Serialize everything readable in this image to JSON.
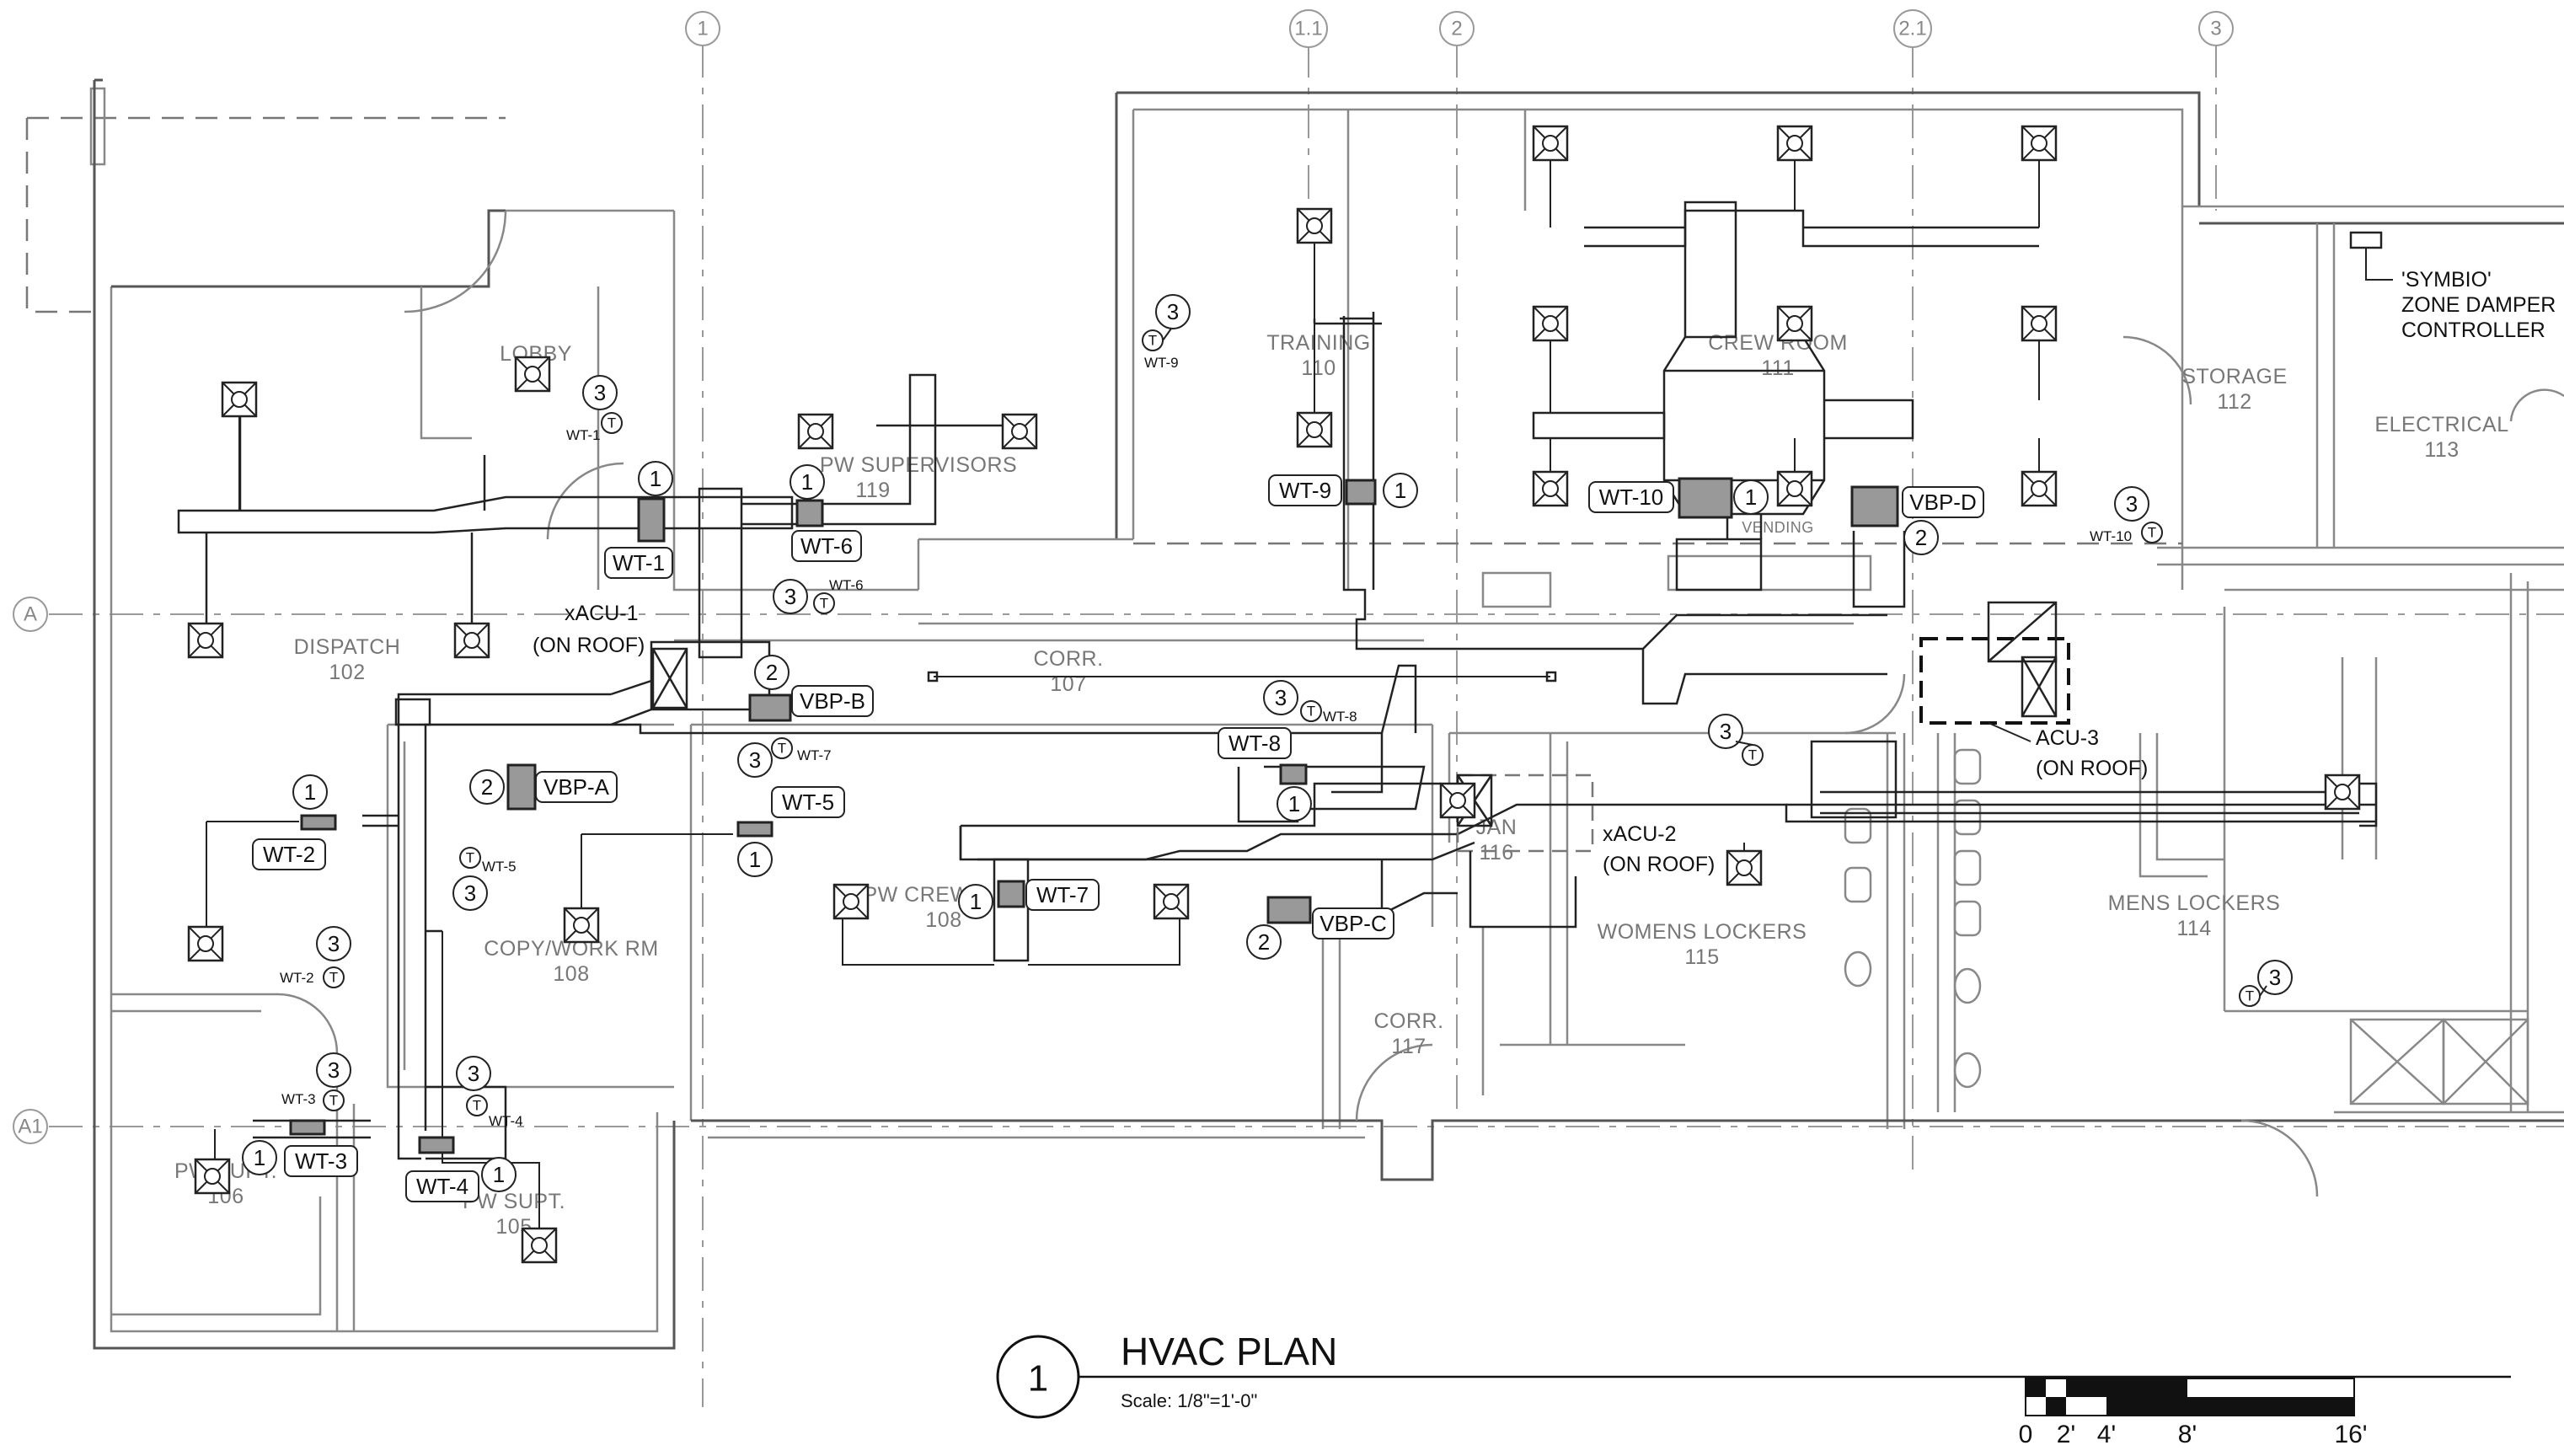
{
  "title": {
    "number": "1",
    "text": "HVAC PLAN",
    "scale": "Scale: 1/8\"=1'-0\""
  },
  "scale_bar": {
    "labels": [
      "0",
      "2'",
      "4'",
      "8'",
      "16'"
    ]
  },
  "grid_lines": {
    "vertical": [
      "1",
      "1.1",
      "2",
      "2.1",
      "3"
    ],
    "horizontal": [
      "A",
      "A1"
    ]
  },
  "rooms": [
    {
      "id": "lobby",
      "name": "LOBBY",
      "number": ""
    },
    {
      "id": "pw-supervisors",
      "name": "PW SUPERVISORS",
      "number": "119"
    },
    {
      "id": "training",
      "name": "TRAINING",
      "number": "110"
    },
    {
      "id": "crew-room",
      "name": "CREW ROOM",
      "number": "111"
    },
    {
      "id": "storage",
      "name": "STORAGE",
      "number": "112"
    },
    {
      "id": "electrical",
      "name": "ELECTRICAL",
      "number": "113"
    },
    {
      "id": "dispatch",
      "name": "DISPATCH",
      "number": "102"
    },
    {
      "id": "corr-107",
      "name": "CORR.",
      "number": "107"
    },
    {
      "id": "pw-crew",
      "name": "PW CREW",
      "number": "108"
    },
    {
      "id": "copy-work",
      "name": "COPY/WORK RM",
      "number": "108"
    },
    {
      "id": "jan",
      "name": "JAN",
      "number": "116"
    },
    {
      "id": "womens-lockers",
      "name": "WOMENS LOCKERS",
      "number": "115"
    },
    {
      "id": "mens-lockers",
      "name": "MENS LOCKERS",
      "number": "114"
    },
    {
      "id": "corr-117",
      "name": "CORR.",
      "number": "117"
    },
    {
      "id": "pw-supt-106",
      "name": "PW SUPT.",
      "number": "106"
    },
    {
      "id": "pw-supt-105",
      "name": "PW SUPT.",
      "number": "105"
    }
  ],
  "vending_label": "VENDING",
  "equipment": [
    {
      "id": "xacu-1",
      "line1": "xACU-1",
      "line2": "(ON ROOF)"
    },
    {
      "id": "xacu-2",
      "line1": "xACU-2",
      "line2": "(ON ROOF)"
    },
    {
      "id": "acu-3",
      "line1": "ACU-3",
      "line2": "(ON ROOF)"
    }
  ],
  "controller": {
    "line1": "'SYMBIO'",
    "line2": "ZONE DAMPER",
    "line3": "CONTROLLER"
  },
  "tags": {
    "wt1": "WT-1",
    "wt2": "WT-2",
    "wt3": "WT-3",
    "wt4": "WT-4",
    "wt5": "WT-5",
    "wt6": "WT-6",
    "wt7": "WT-7",
    "wt8": "WT-8",
    "wt9": "WT-9",
    "wt10": "WT-10",
    "vbpa": "VBP-A",
    "vbpb": "VBP-B",
    "vbpc": "VBP-C",
    "vbpd": "VBP-D"
  },
  "notes": {
    "n1": "1",
    "n2": "2",
    "n3": "3"
  },
  "thermostat_symbol": "T",
  "colors": {
    "duct": "#222222",
    "wall": "#555555",
    "room_text": "#777777",
    "damper_fill": "#999999"
  }
}
